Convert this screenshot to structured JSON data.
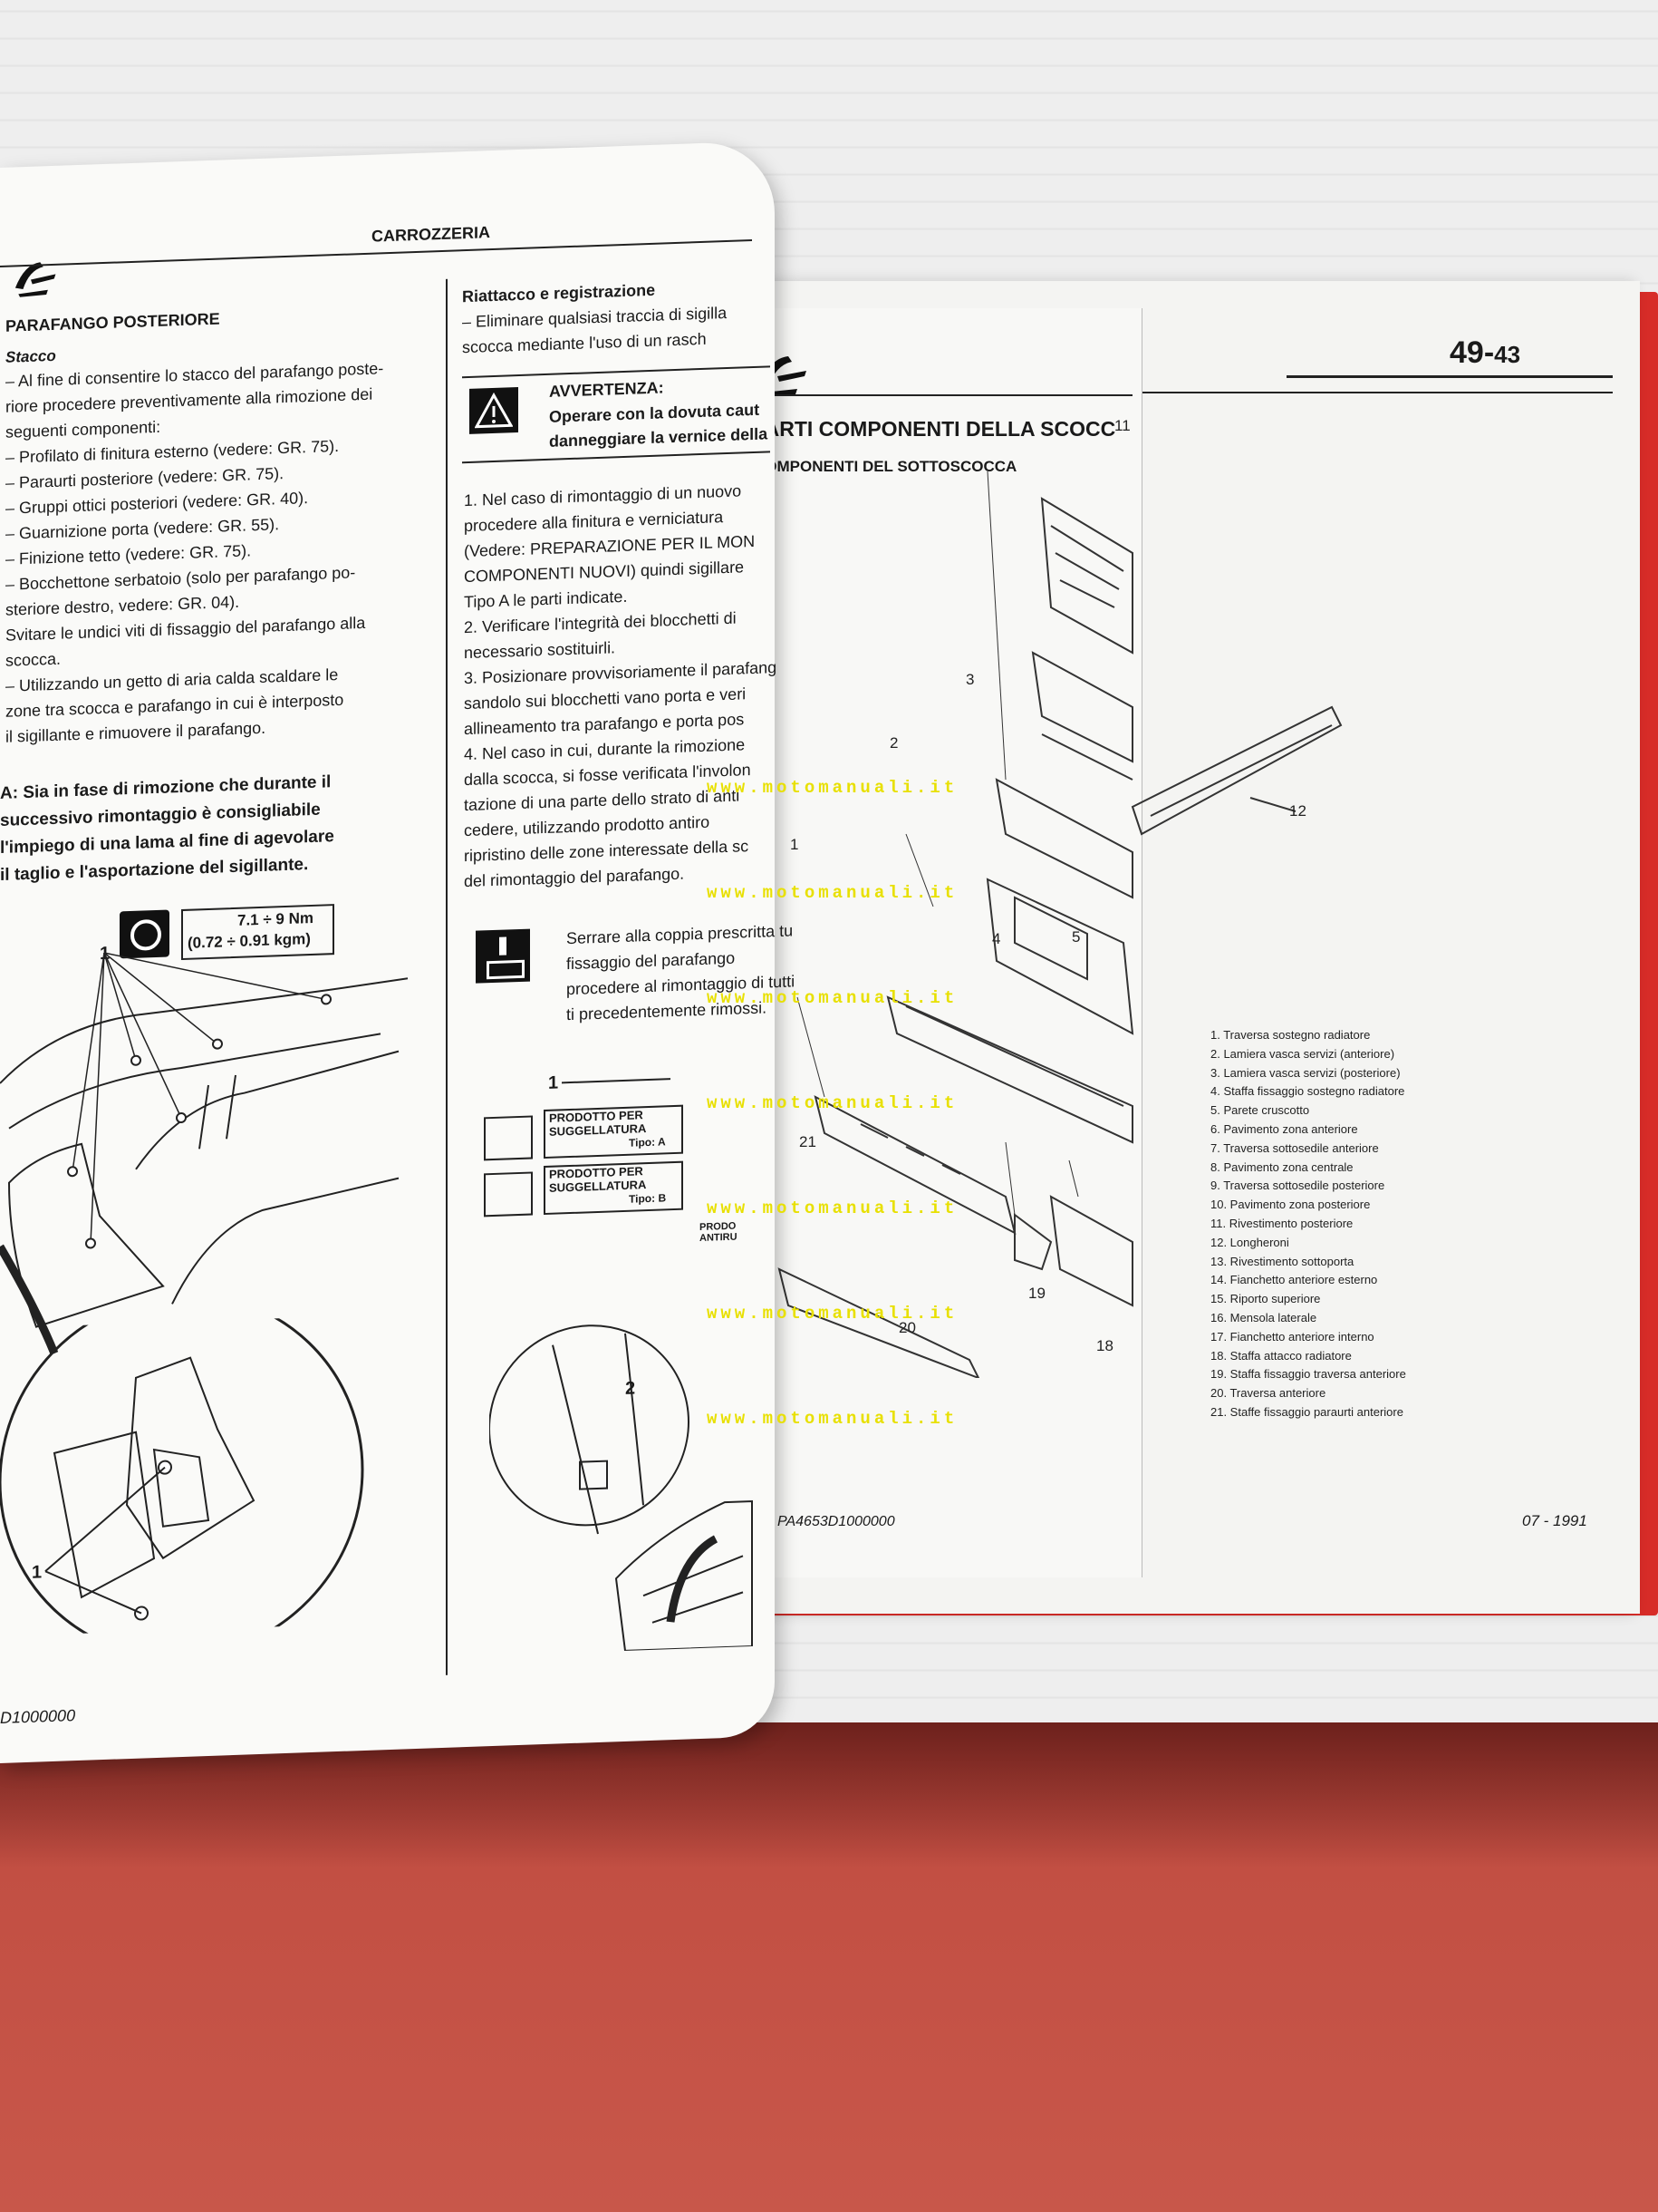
{
  "left_page": {
    "header": "CARROZZERIA",
    "section_title": "PARAFANGO POSTERIORE",
    "stacco": "Stacco",
    "lines": [
      "–   Al fine di consentire lo stacco del parafango poste-",
      "     riore procedere preventivamente alla rimozione dei",
      "     seguenti componenti:",
      "–      Profilato di finitura esterno (vedere: GR. 75).",
      "–      Paraurti posteriore (vedere: GR. 75).",
      "–      Gruppi ottici posteriori (vedere: GR. 40).",
      "–      Guarnizione porta (vedere: GR. 55).",
      "–      Finizione tetto (vedere: GR. 75).",
      "–      Bocchettone serbatoio (solo per parafango po-",
      "        steriore destro, vedere: GR. 04).",
      "Svitare le undici viti di fissaggio del parafango alla",
      "scocca.",
      "–   Utilizzando un getto di aria calda scaldare le",
      "     zone tra scocca e parafango in cui è interposto",
      "     il sigillante e rimuovere il parafango."
    ],
    "note_lines": [
      "A:    Sia in fase di rimozione che durante il",
      "       successivo rimontaggio è consigliabile",
      "       l'impiego di una lama al fine di agevolare",
      "       il taglio e l'asportazione del sigillante."
    ],
    "torque_line1": "7.1 ÷ 9 Nm",
    "torque_line2": "(0.72 ÷ 0.91 kgm)",
    "callout_1": "1",
    "callout_1b": "1",
    "footer_code": "D1000000",
    "col2_title": "Riattacco e registrazione",
    "col2_lines": [
      "–   Eliminare qualsiasi traccia di sigilla",
      "     scocca mediante l'uso di un rasch"
    ],
    "warning_title": "AVVERTENZA:",
    "warning_lines": [
      "Operare con la dovuta caut",
      "danneggiare la vernice della"
    ],
    "steps": [
      "1.   Nel caso di rimontaggio di un nuovo",
      "       procedere alla finitura e verniciatura",
      "       (Vedere: PREPARAZIONE PER IL MON",
      "       COMPONENTI NUOVI) quindi sigillare",
      "       Tipo A le parti indicate.",
      "2.   Verificare l'integrità dei blocchetti di",
      "       necessario sostituirli.",
      "3.   Posizionare provvisoriamente il parafang",
      "       sandolo sui blocchetti vano porta e veri",
      "       allineamento tra parafango e porta pos",
      "4.   Nel caso in cui, durante la rimozione",
      "       dalla scocca, si fosse verificata l'involon",
      "       tazione di una parte dello strato di anti",
      "       cedere, utilizzando prodotto antiro",
      "       ripristino delle zone interessate della sc",
      "       del rimontaggio del parafango."
    ],
    "tighten_lines": [
      "Serrare alla coppia prescritta tu",
      "fissaggio del parafango",
      "procedere al rimontaggio di tutti",
      "ti precedentemente rimossi."
    ],
    "product_a_1": "PRODOTTO PER",
    "product_a_2": "SUGGELLATURA",
    "product_a_type": "Tipo: A",
    "product_b_1": "PRODOTTO PER",
    "product_b_2": "SUGGELLATURA",
    "product_b_type": "Tipo: B",
    "product_c": "PRODO ANTIRU",
    "callout_col2_1": "1",
    "callout_col2_2": "2"
  },
  "right_page": {
    "page_number": "49-",
    "page_sub": "43",
    "title": "PARTI COMPONENTI DELLA SCOCC",
    "subtitle": "COMPONENTI DEL SOTTOSCOCCA",
    "callouts": [
      "11",
      "3",
      "2",
      "12",
      "1",
      "4",
      "5",
      "21",
      "19",
      "20",
      "18"
    ],
    "legend": [
      "1.   Traversa sostegno radiatore",
      "2.   Lamiera vasca servizi (anteriore)",
      "3.   Lamiera vasca servizi (posteriore)",
      "4.   Staffa fissaggio sostegno radiatore",
      "5.   Parete cruscotto",
      "6.   Pavimento zona anteriore",
      "7.   Traversa sottosedile anteriore",
      "8.   Pavimento zona centrale",
      "9.   Traversa sottosedile posteriore",
      "10.  Pavimento zona posteriore",
      "11.  Rivestimento posteriore",
      "12.  Longheroni",
      "13.  Rivestimento sottoporta",
      "14.  Fianchetto anteriore esterno",
      "15.  Riporto superiore",
      "16.  Mensola laterale",
      "17.  Fianchetto anteriore interno",
      "18.  Staffa attacco radiatore",
      "19.  Staffa fissaggio traversa anteriore",
      "20.  Traversa anteriore",
      "21.  Staffe fissaggio paraurti anteriore"
    ],
    "footer_code": "PA4653D1000000",
    "footer_date": "07 - 1991"
  },
  "watermark": "www.motomanuali.it",
  "colors": {
    "binder_red": "#d72c28",
    "watermark": "#e8e000",
    "table": "#c24f43"
  }
}
